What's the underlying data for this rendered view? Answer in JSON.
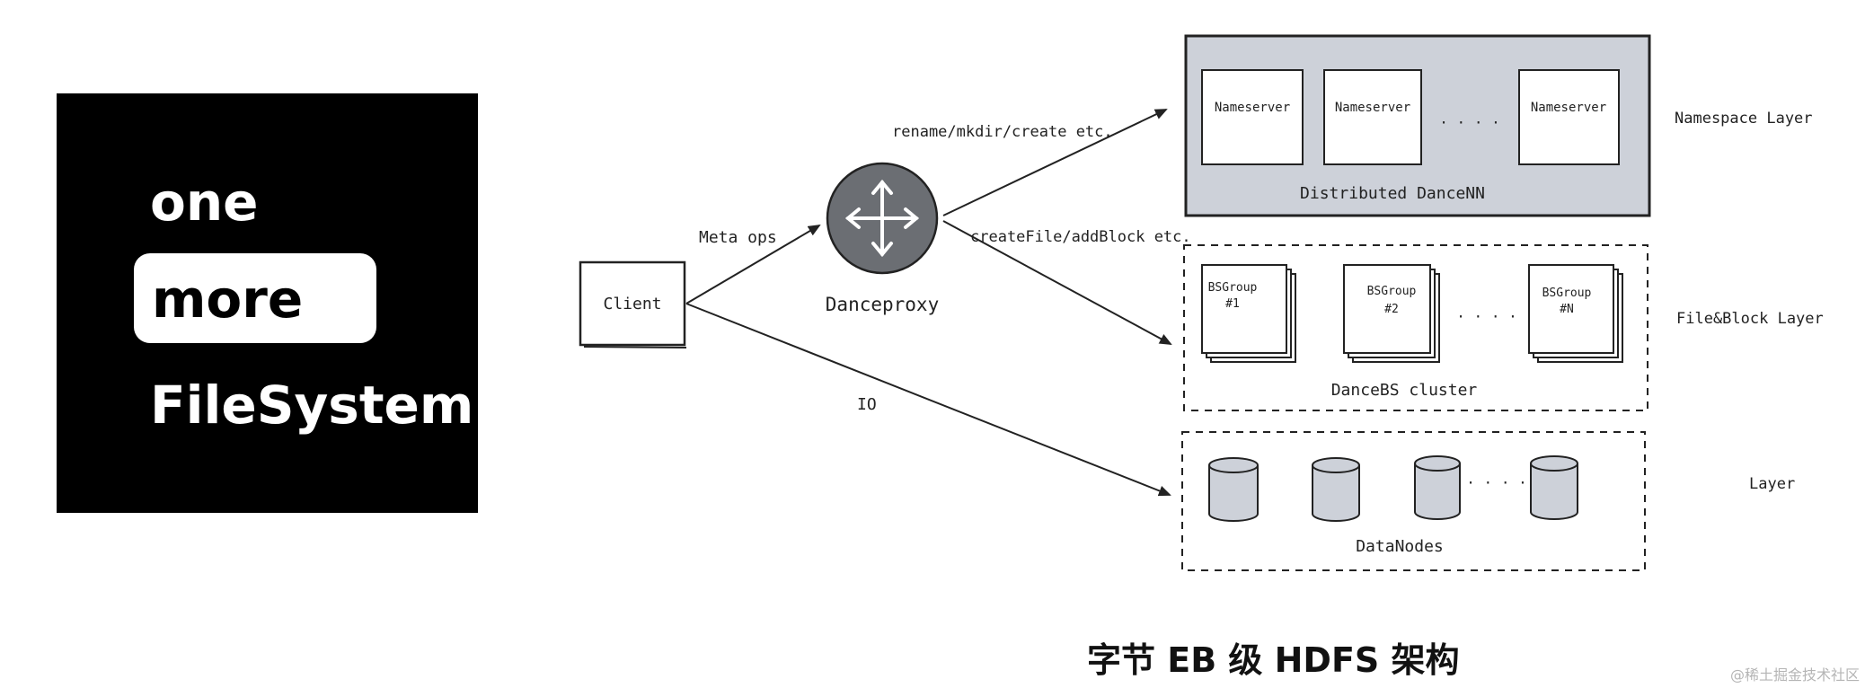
{
  "logo": {
    "line1": "one",
    "line2": "more",
    "line3": "FileSystem"
  },
  "diagram": {
    "client": "Client",
    "proxy": "Danceproxy",
    "edge_meta": "Meta ops",
    "edge_io": "IO",
    "edge_namespace": "rename/mkdir/create etc.",
    "edge_fileblock": "createFile/addBlock etc.",
    "namespace": {
      "nodes": [
        "Nameserver",
        "Nameserver",
        "Nameserver"
      ],
      "ellipsis": "· · · ·",
      "cluster": "Distributed DanceNN",
      "layer": "Namespace Layer"
    },
    "fileblock": {
      "groups": [
        {
          "line1": "BSGroup",
          "line2": "#1"
        },
        {
          "line1": "BSGroup",
          "line2": "#2"
        },
        {
          "line1": "BSGroup",
          "line2": "#N"
        }
      ],
      "ellipsis": "· · · ·",
      "cluster": "DanceBS cluster",
      "layer": "File&Block Layer"
    },
    "data": {
      "ellipsis": "· · · ·",
      "cluster": "DataNodes",
      "layer": "Layer"
    }
  },
  "caption": "字节 EB 级 HDFS 架构",
  "watermark": "@稀土掘金技术社区",
  "colors": {
    "namespace_fill": "#cdd1d9",
    "proxy_fill": "#6b6e73",
    "stroke": "#222222"
  }
}
